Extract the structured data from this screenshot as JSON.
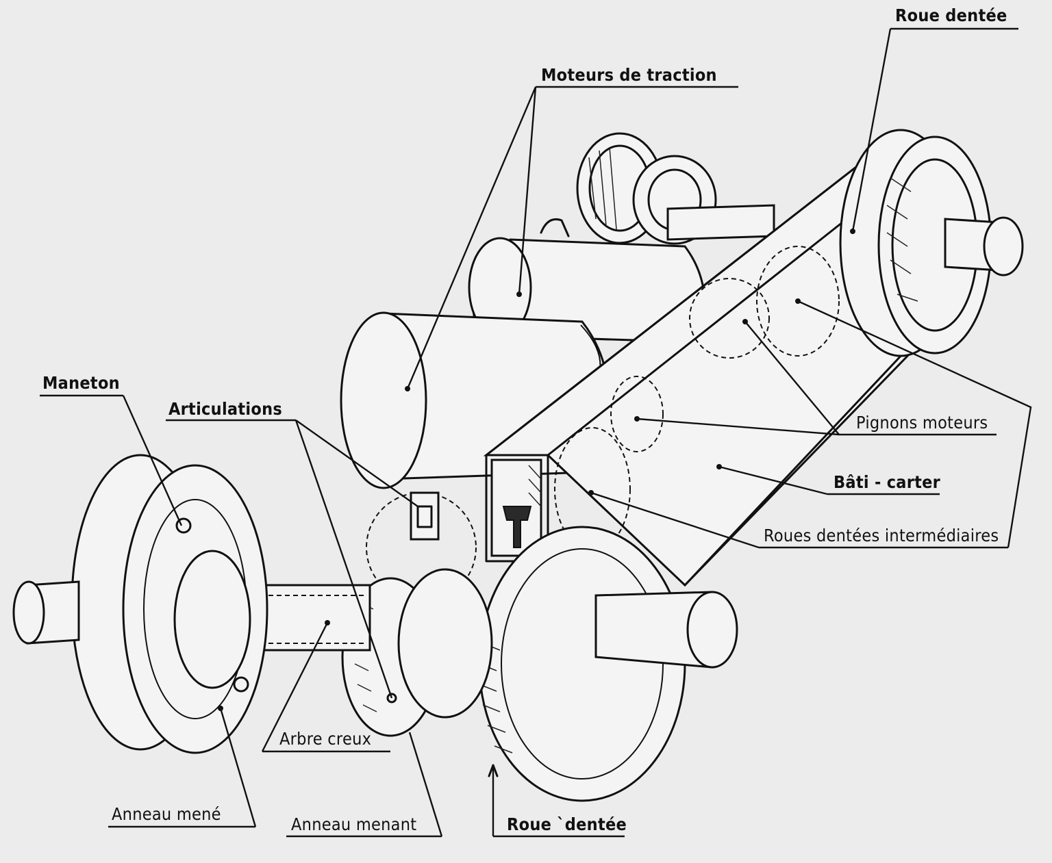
{
  "labels": {
    "roue_dentee_top": "Roue dentée",
    "moteurs_de_traction": "Moteurs de traction",
    "maneton": "Maneton",
    "articulations": "Articulations",
    "pignons_moteurs": "Pignons moteurs",
    "bati_carter": "Bâti - carter",
    "roues_dentees_intermediaires": "Roues dentées intermédiaires",
    "arbre_creux": "Arbre creux",
    "anneau_mene": "Anneau mené",
    "anneau_menant": "Anneau menant",
    "roue_dentee_bottom": "Roue `dentée"
  },
  "colors": {
    "ink": "#111111",
    "paper": "#ececec"
  }
}
